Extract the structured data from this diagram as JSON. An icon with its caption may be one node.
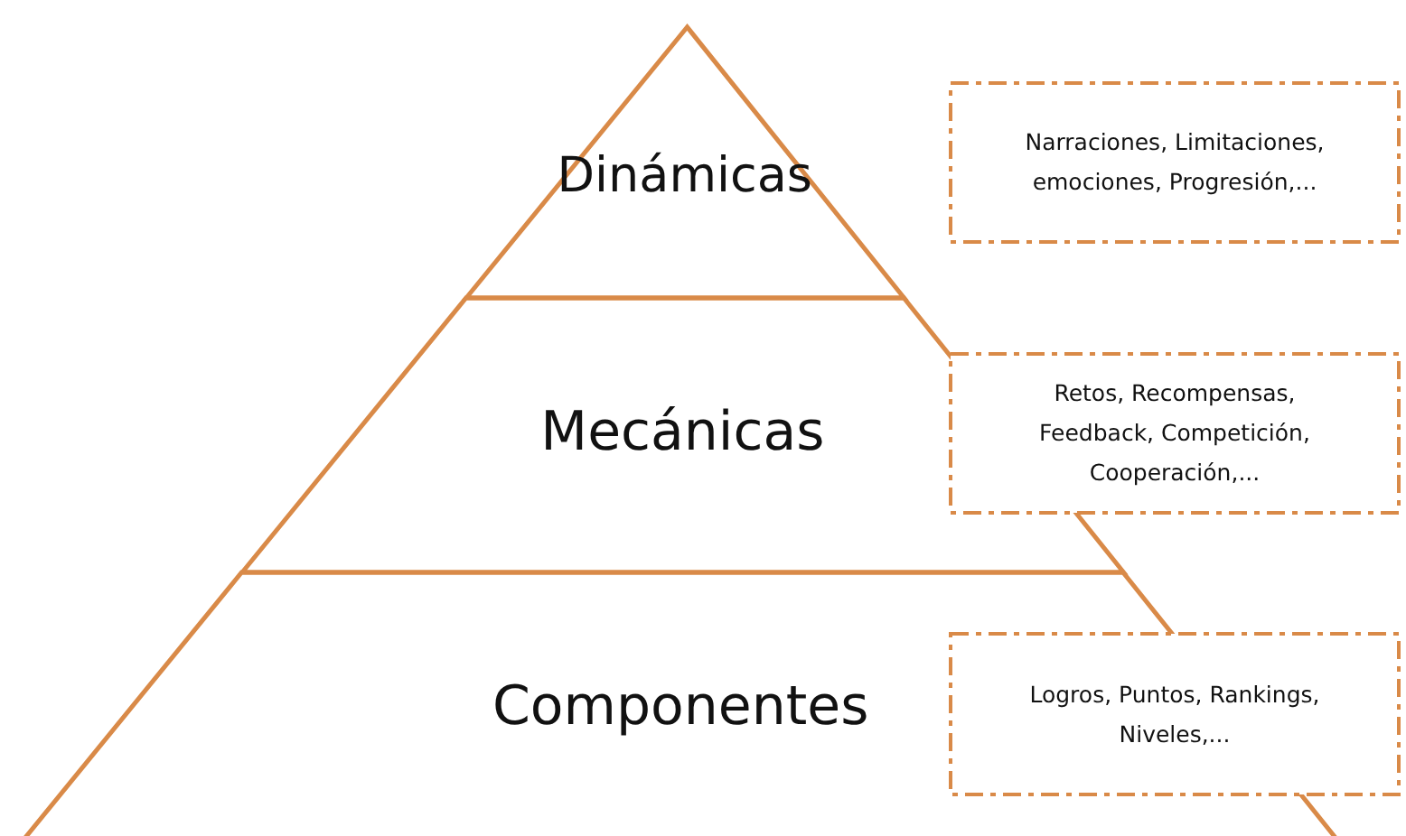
{
  "diagram": {
    "nodes": [
      {
        "text": [
          "Dinámicas"
        ]
      },
      {
        "text": [
          "Narraciones, Limitaciones, emociones, Progresión,..."
        ]
      },
      {
        "text": [
          "Mecánicas"
        ]
      },
      {
        "text": [
          "Retos, Recompensas, Feedback, Competición, Cooperación,..."
        ]
      },
      {
        "text": [
          "Componentes"
        ]
      },
      {
        "text": [
          "Logros, Puntos, Rankings, Niveles,..."
        ]
      }
    ]
  }
}
